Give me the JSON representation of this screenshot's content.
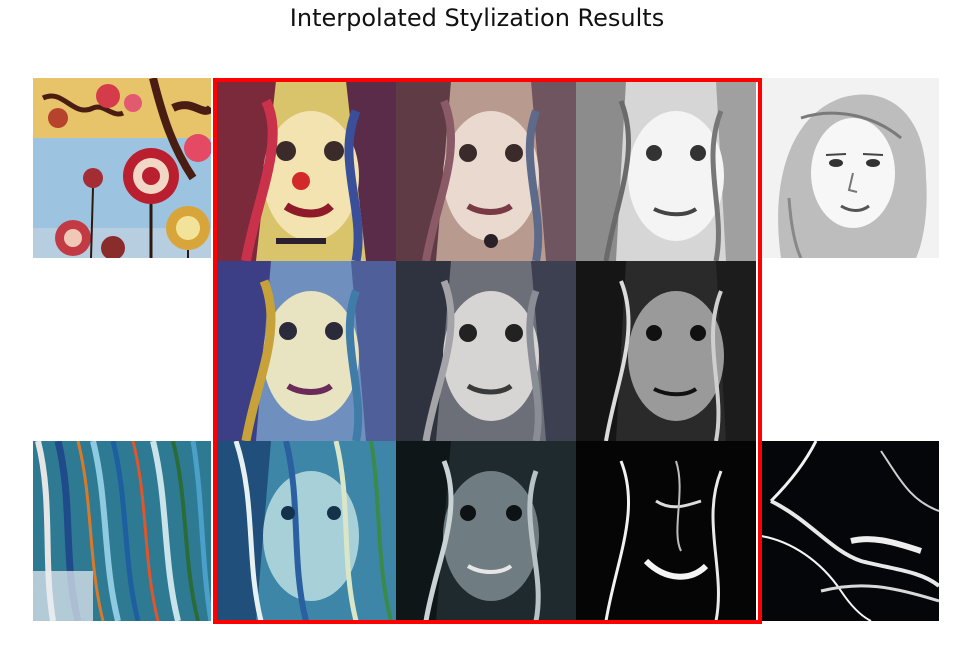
{
  "figure": {
    "title": "Interpolated Stylization Results"
  },
  "grid": {
    "rows": 3,
    "interpolation_columns": 3,
    "style_corners": {
      "top_left": "colorful-trees-painting",
      "top_right": "pencil-portrait-sketch",
      "bottom_left": "blue-streak-painting",
      "bottom_right": "black-white-marble-lines"
    },
    "highlight_color": "#ff0000"
  }
}
